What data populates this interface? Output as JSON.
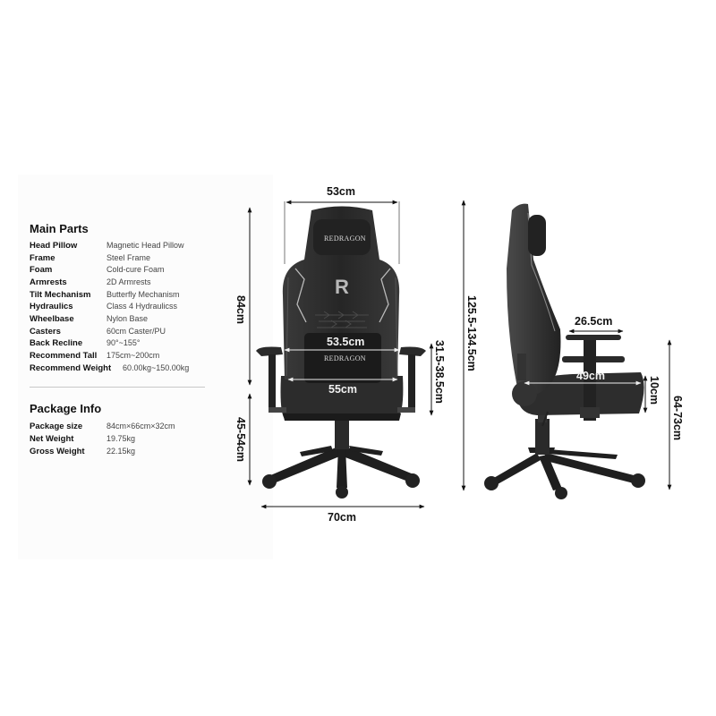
{
  "main_parts": {
    "title": "Main Parts",
    "items": [
      {
        "key": "Head Pillow",
        "value": "Magnetic Head Pillow"
      },
      {
        "key": "Frame",
        "value": "Steel Frame"
      },
      {
        "key": "Foam",
        "value": "Cold-cure Foam"
      },
      {
        "key": "Armrests",
        "value": "2D Armrests"
      },
      {
        "key": "Tilt Mechanism",
        "value": "Butterfly Mechanism"
      },
      {
        "key": "Hydraulics",
        "value": "Class 4 Hydraulicss"
      },
      {
        "key": "Wheelbase",
        "value": "Nylon Base"
      },
      {
        "key": "Casters",
        "value": "60cm Caster/PU"
      },
      {
        "key": "Back Recline",
        "value": "90°~155°"
      },
      {
        "key": "Recommend Tall",
        "value": "175cm~200cm"
      },
      {
        "key": "Recommend Weight",
        "value": "60.00kg~150.00kg"
      }
    ]
  },
  "package_info": {
    "title": "Package Info",
    "items": [
      {
        "key": "Package size",
        "value": "84cm×66cm×32cm"
      },
      {
        "key": "Net Weight",
        "value": "19.75kg"
      },
      {
        "key": "Gross Weight",
        "value": "22.15kg"
      }
    ]
  },
  "front_view": {
    "brand_headrest": "REDRAGON",
    "brand_lumbar": "REDRAGON",
    "logo_letter": "R",
    "dimensions": {
      "backrest_width": "53cm",
      "backrest_height": "84cm",
      "seat_height": "45-54cm",
      "base_width": "70cm",
      "lumbar_width": "53.5cm",
      "seat_width": "55cm",
      "armrest_height": "31.5-38.5cm"
    }
  },
  "side_view": {
    "dimensions": {
      "total_height": "125.5-134.5cm",
      "armrest_length": "26.5cm",
      "seat_depth": "49cm",
      "seat_thickness": "10cm",
      "armrest_floor_height": "64-73cm"
    }
  },
  "colors": {
    "chair_body": "#2b2b2b",
    "chair_dark": "#1a1a1a",
    "chair_trim": "#9a9a9a",
    "dimension_line": "#111111",
    "panel_bg": "#fcfcfc"
  }
}
